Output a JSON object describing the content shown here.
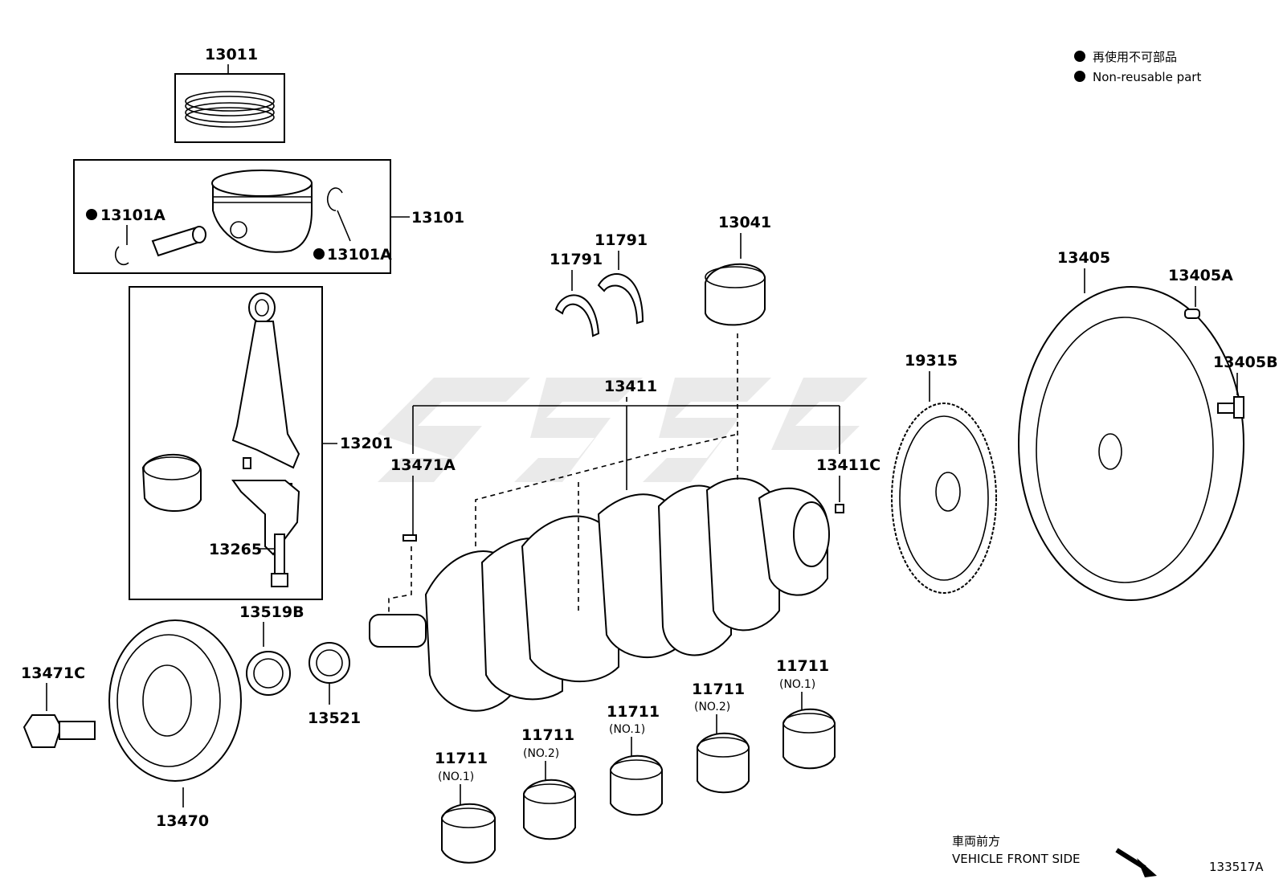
{
  "legend": {
    "ja": "再使用不可部品",
    "en": "Non-reusable part"
  },
  "direction": {
    "ja": "車両前方",
    "en": "VEHICLE FRONT SIDE"
  },
  "figure_id": "133517A",
  "parts": {
    "p13011": "13011",
    "p13101": "13101",
    "p13101A_left": "13101A",
    "p13101A_right": "13101A",
    "p13201": "13201",
    "p13265": "13265",
    "p13519B": "13519B",
    "p13521": "13521",
    "p13470": "13470",
    "p13471C": "13471C",
    "p13471A": "13471A",
    "p13411": "13411",
    "p13411C": "13411C",
    "p11791_left": "11791",
    "p11791_right": "11791",
    "p13041": "13041",
    "p13405": "13405",
    "p13405A": "13405A",
    "p13405B": "13405B",
    "p19315": "19315",
    "bearing1": {
      "num": "11711",
      "sub": "(NO.1)"
    },
    "bearing2": {
      "num": "11711",
      "sub": "(NO.2)"
    },
    "bearing3": {
      "num": "11711",
      "sub": "(NO.1)"
    },
    "bearing4": {
      "num": "11711",
      "sub": "(NO.2)"
    },
    "bearing5": {
      "num": "11711",
      "sub": "(NO.1)"
    }
  }
}
